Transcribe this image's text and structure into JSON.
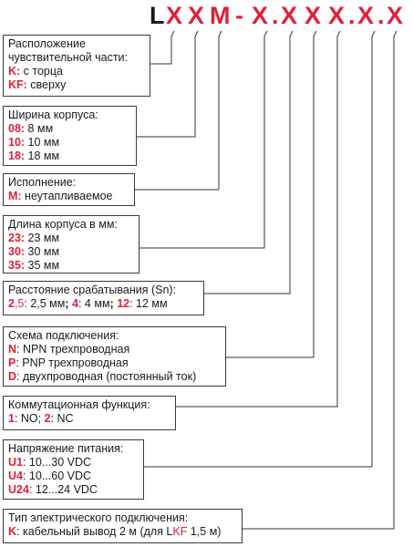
{
  "code": [
    "L",
    "X",
    "X",
    "M",
    "-",
    "X",
    ".",
    "X",
    "X",
    "X",
    ".",
    "X",
    ".",
    "X"
  ],
  "boxes": {
    "sensing_face": {
      "title": "Расположение чувствительной части:",
      "items": [
        {
          "key": "K:",
          "text": " с торца"
        },
        {
          "key": "KF:",
          "text": " сверху"
        }
      ]
    },
    "housing_width": {
      "title": "Ширина корпуса:",
      "items": [
        {
          "key": "08:",
          "text": " 8 мм"
        },
        {
          "key": "10:",
          "text": " 10 мм"
        },
        {
          "key": "18:",
          "text": " 18 мм"
        }
      ]
    },
    "version": {
      "title": "Исполнение:",
      "items": [
        {
          "key": "M:",
          "text": " неутапливаемое"
        }
      ]
    },
    "housing_length": {
      "title": "Длина корпуса в мм:",
      "items": [
        {
          "key": "23:",
          "text": " 23 мм"
        },
        {
          "key": "30:",
          "text": " 30 мм"
        },
        {
          "key": "35:",
          "text": " 35 мм"
        }
      ]
    },
    "sensing_distance": {
      "title": "Расстояние срабатывания (Sn):",
      "k1": "2",
      "k1b": ",5",
      "t1": ": 2,5 мм",
      "sep1": ";",
      "k2": " 4",
      "t2": ": 4 мм",
      "sep2": ";",
      "k3": " 12",
      "t3": ": 12 мм"
    },
    "wiring": {
      "title": "Схема подключения:",
      "items": [
        {
          "key": "N",
          "text": ": NPN трехпроводная"
        },
        {
          "key": "P",
          "text": ": PNP трехпроводная"
        },
        {
          "key": "D",
          "text": ": двухпроводная (постоянный ток)"
        }
      ]
    },
    "switching": {
      "title": "Коммутационная функция:",
      "k1": "1",
      "t1": ": NO;",
      "k2": " 2",
      "t2": ": NC"
    },
    "voltage": {
      "title": "Напряжение питания:",
      "items": [
        {
          "key": "U1",
          "text": ": 10...30 VDC"
        },
        {
          "key": "U4",
          "text": ": 10...60 VDC"
        },
        {
          "key": "U24",
          "text": ": 12...24 VDC"
        }
      ]
    },
    "connection": {
      "title": "Тип электрического подключения:",
      "k1": "K",
      "t1": ": кабельный вывод 2 м (для L",
      "k2": "KF",
      "t2": " 1,5 м)"
    }
  }
}
